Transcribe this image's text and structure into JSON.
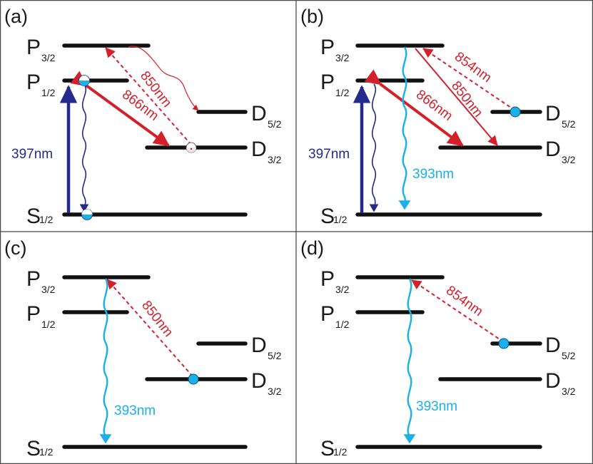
{
  "colors": {
    "level": "#111111",
    "red": "#d4202a",
    "navy": "#232a8c",
    "cyan": "#1ab1ea",
    "frame": "#4a4a4a"
  },
  "icons": {
    "ion_population": "filled-circle",
    "partial_population": "half-filled-circle"
  },
  "panels": [
    {
      "label": "(a)",
      "states": [
        {
          "main": "P",
          "sub": "3/2"
        },
        {
          "main": "P",
          "sub": "1/2"
        },
        {
          "main": "D",
          "sub": "5/2"
        },
        {
          "main": "D",
          "sub": "3/2"
        },
        {
          "main": "S",
          "sub": "1/2"
        }
      ],
      "wavelengths": [
        "850nm",
        "866nm",
        "397nm"
      ]
    },
    {
      "label": "(b)",
      "states": [
        {
          "main": "P",
          "sub": "3/2"
        },
        {
          "main": "P",
          "sub": "1/2"
        },
        {
          "main": "D",
          "sub": "5/2"
        },
        {
          "main": "D",
          "sub": "3/2"
        },
        {
          "main": "S",
          "sub": "1/2"
        }
      ],
      "wavelengths": [
        "854nm",
        "850nm",
        "866nm",
        "397nm",
        "393nm"
      ]
    },
    {
      "label": "(c)",
      "states": [
        {
          "main": "P",
          "sub": "3/2"
        },
        {
          "main": "P",
          "sub": "1/2"
        },
        {
          "main": "D",
          "sub": "5/2"
        },
        {
          "main": "D",
          "sub": "3/2"
        },
        {
          "main": "S",
          "sub": "1/2"
        }
      ],
      "wavelengths": [
        "850nm",
        "393nm"
      ]
    },
    {
      "label": "(d)",
      "states": [
        {
          "main": "P",
          "sub": "3/2"
        },
        {
          "main": "P",
          "sub": "1/2"
        },
        {
          "main": "D",
          "sub": "5/2"
        },
        {
          "main": "D",
          "sub": "3/2"
        },
        {
          "main": "S",
          "sub": "1/2"
        }
      ],
      "wavelengths": [
        "854nm",
        "393nm"
      ]
    }
  ]
}
